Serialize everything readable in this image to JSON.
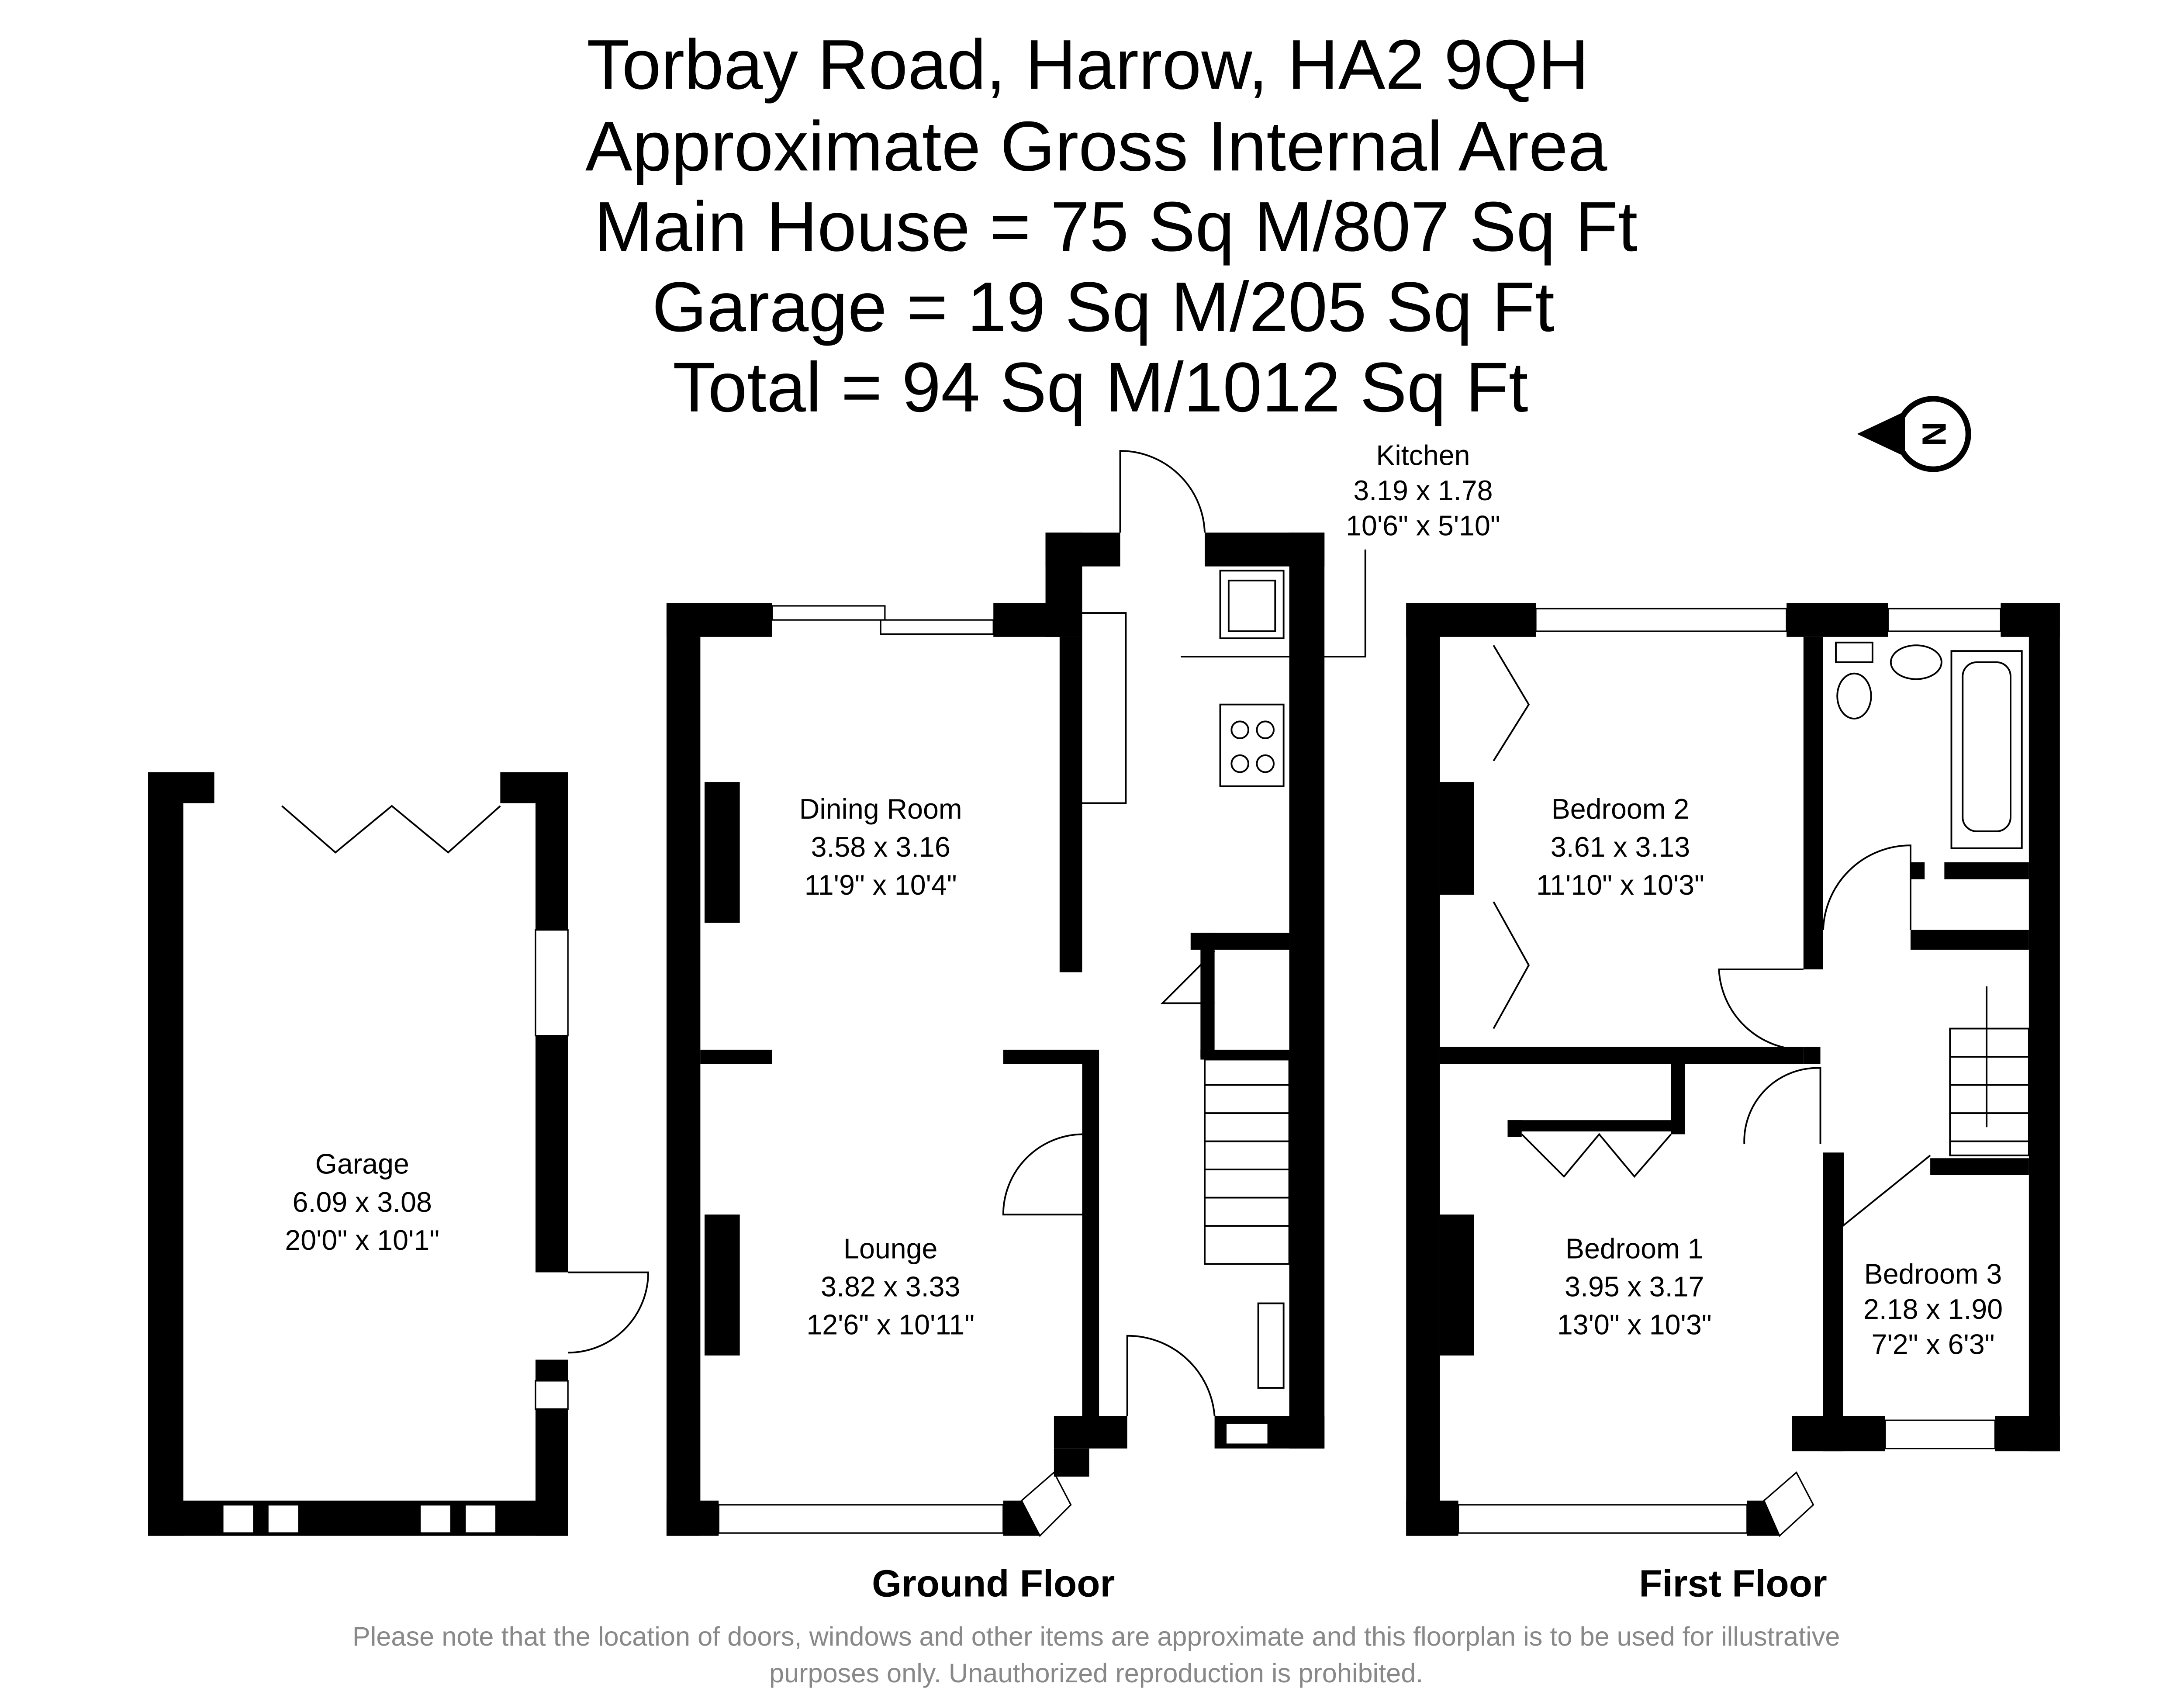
{
  "header": {
    "address": "Torbay Road, Harrow, HA2 9QH",
    "subtitle": "Approximate Gross Internal Area",
    "main_house": "Main House = 75 Sq M/807 Sq Ft",
    "garage": "Garage = 19 Sq M/205 Sq Ft",
    "total": "Total = 94 Sq M/1012 Sq Ft"
  },
  "compass": {
    "label": "N"
  },
  "rooms": {
    "garage": {
      "name": "Garage",
      "metric": "6.09 x 3.08",
      "imperial": "20'0\" x 10'1\""
    },
    "dining": {
      "name": "Dining Room",
      "metric": "3.58 x 3.16",
      "imperial": "11'9\" x 10'4\""
    },
    "lounge": {
      "name": "Lounge",
      "metric": "3.82 x 3.33",
      "imperial": "12'6\" x 10'11\""
    },
    "kitchen": {
      "name": "Kitchen",
      "metric": "3.19 x 1.78",
      "imperial": "10'6\" x 5'10\""
    },
    "bedroom2": {
      "name": "Bedroom 2",
      "metric": "3.61 x 3.13",
      "imperial": "11'10\" x 10'3\""
    },
    "bedroom1": {
      "name": "Bedroom 1",
      "metric": "3.95 x 3.17",
      "imperial": "13'0\" x 10'3\""
    },
    "bedroom3": {
      "name": "Bedroom 3",
      "metric": "2.18 x 1.90",
      "imperial": "7'2\" x 6'3\""
    }
  },
  "floors": {
    "ground": "Ground Floor",
    "first": "First Floor"
  },
  "footer": {
    "line1": "Please note that the location of doors, windows and other items are approximate and this floorplan is to be used for illustrative",
    "line2": "purposes only. Unauthorized reproduction is prohibited."
  }
}
